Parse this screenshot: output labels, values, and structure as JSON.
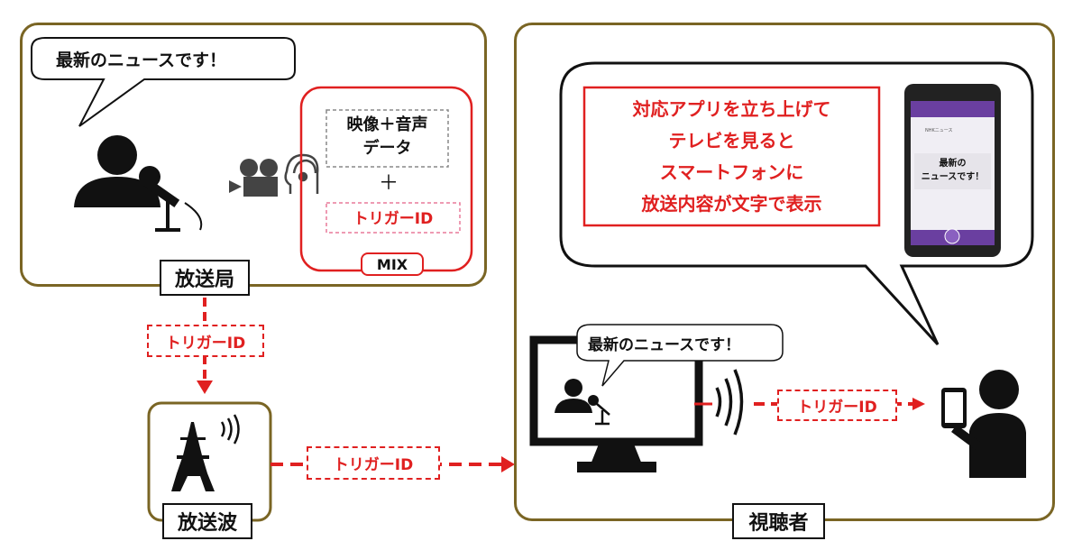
{
  "station": {
    "label": "放送局",
    "speech": "最新のニュースです！",
    "video_audio": "映像＋音声\nデータ",
    "plus": "＋",
    "trigger": "トリガーID",
    "mix": "MIX"
  },
  "flow": {
    "trigger_down": "トリガーID",
    "trigger_right": "トリガーID",
    "trigger_viewer": "トリガーID"
  },
  "broadcast_wave": {
    "label": "放送波"
  },
  "viewer": {
    "label": "視聴者",
    "tv_speech": "最新のニュースです！",
    "explanation": [
      "対応アプリを立ち上げて",
      "テレビを見ると",
      "スマートフォンに",
      "放送内容が文字で表示"
    ],
    "phone_text": "最新の\nニュースです！",
    "phone_app_name": "NHKニュース"
  },
  "colors": {
    "frame": "#7a6524",
    "red": "#e02020",
    "purple": "#6a3fa0"
  }
}
